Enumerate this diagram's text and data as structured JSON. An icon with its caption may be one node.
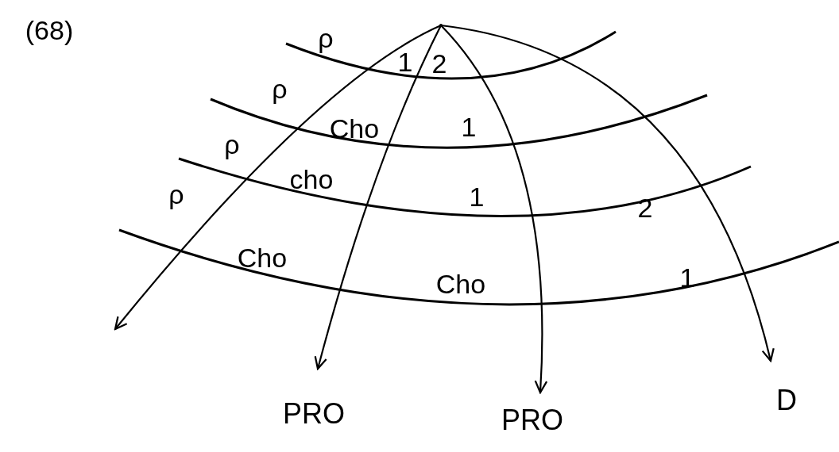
{
  "diagram": {
    "nodes": [
      {
        "text": [],
        "shape": "point"
      },
      {
        "text": [
          "PRO"
        ]
      },
      {
        "text": [
          "PRO"
        ]
      },
      {
        "text": [
          "D"
        ]
      }
    ],
    "edges": [
      {
        "from": 0,
        "to": null,
        "arrow": "to"
      },
      {
        "from": 0,
        "to": 1,
        "arrow": "to"
      },
      {
        "from": 0,
        "to": 2,
        "arrow": "to"
      },
      {
        "from": 0,
        "to": 3,
        "arrow": "to"
      }
    ],
    "labels": [
      "(68)",
      "ρ",
      "1",
      "2",
      "ρ",
      "Cho",
      "1",
      "ρ",
      "ρ",
      "cho",
      "1",
      "2",
      "Cho",
      "Cho",
      "1"
    ]
  }
}
